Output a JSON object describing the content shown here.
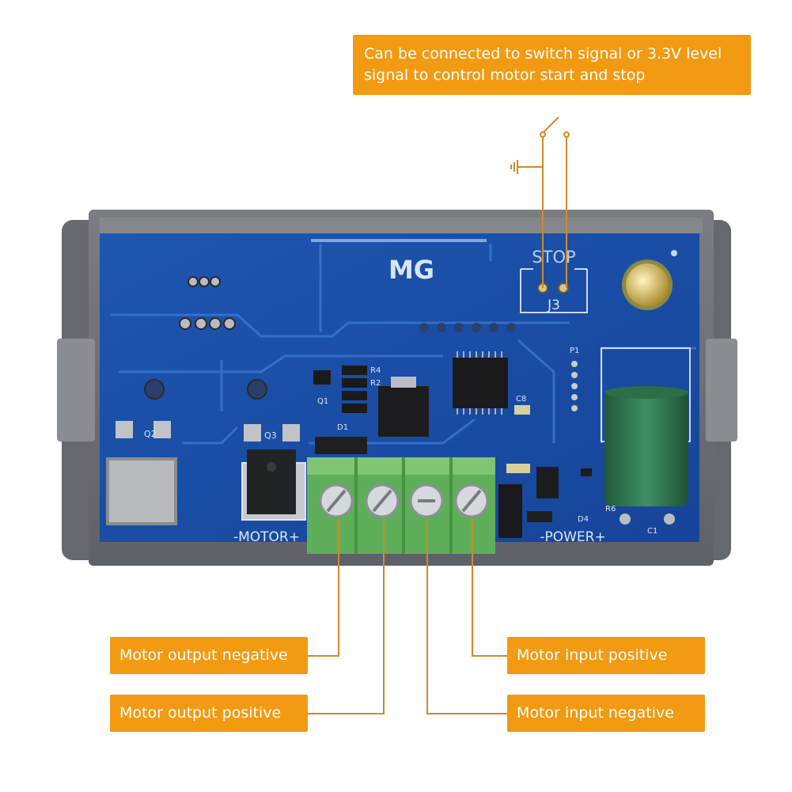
{
  "callouts": {
    "top": {
      "line1": "Can be connected to switch signal or 3.3V level",
      "line2": "signal to control motor start and stop"
    },
    "motor_output_negative": "Motor output negative",
    "motor_output_positive": "Motor output positive",
    "motor_input_positive": "Motor input positive",
    "motor_input_negative": "Motor input negative"
  },
  "board": {
    "brand": "MG",
    "stop_label": "STOP",
    "connector_label": "J3",
    "motor_label": "-MOTOR+",
    "power_label": "-POWER+",
    "silkscreen": {
      "q1": "Q1",
      "q2": "Q2",
      "q3": "Q3",
      "r2": "R2",
      "r4": "R4",
      "r6": "R6",
      "c1": "C1",
      "c8": "C8",
      "d1": "D1",
      "d4": "D4",
      "p1": "P1"
    }
  },
  "colors": {
    "callout": "#f29a12",
    "pcb": "#1b4fa6",
    "case": "#6f7278",
    "terminal": "#5fae5a",
    "leader_line": "#d08a2a"
  }
}
